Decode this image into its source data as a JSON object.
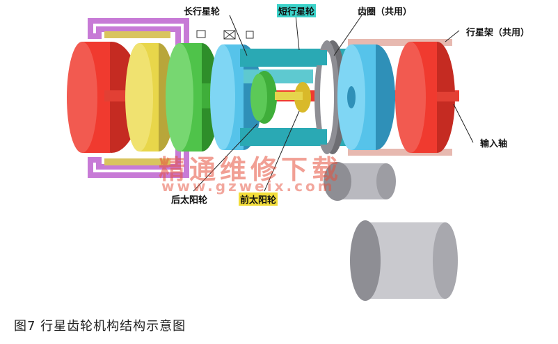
{
  "labels": {
    "long_planet": "长行星轮",
    "short_planet": "短行星轮",
    "ring_gear": "齿圈（共用）",
    "carrier": "行星架（共用）",
    "input_shaft": "输入轴",
    "rear_sun": "后太阳轮",
    "front_sun": "前太阳轮"
  },
  "watermark": {
    "main": "精通维修下载",
    "url": "www.gzweix.com"
  },
  "caption": "图7   行星齿轮机构结构示意图",
  "colors": {
    "red": "#f03a2f",
    "yellow": "#e8d64a",
    "green": "#4fc34a",
    "blue": "#56c3ea",
    "teal": "#2aa9b4",
    "gray": "#8e8e94",
    "purple": "#c77ad6"
  }
}
